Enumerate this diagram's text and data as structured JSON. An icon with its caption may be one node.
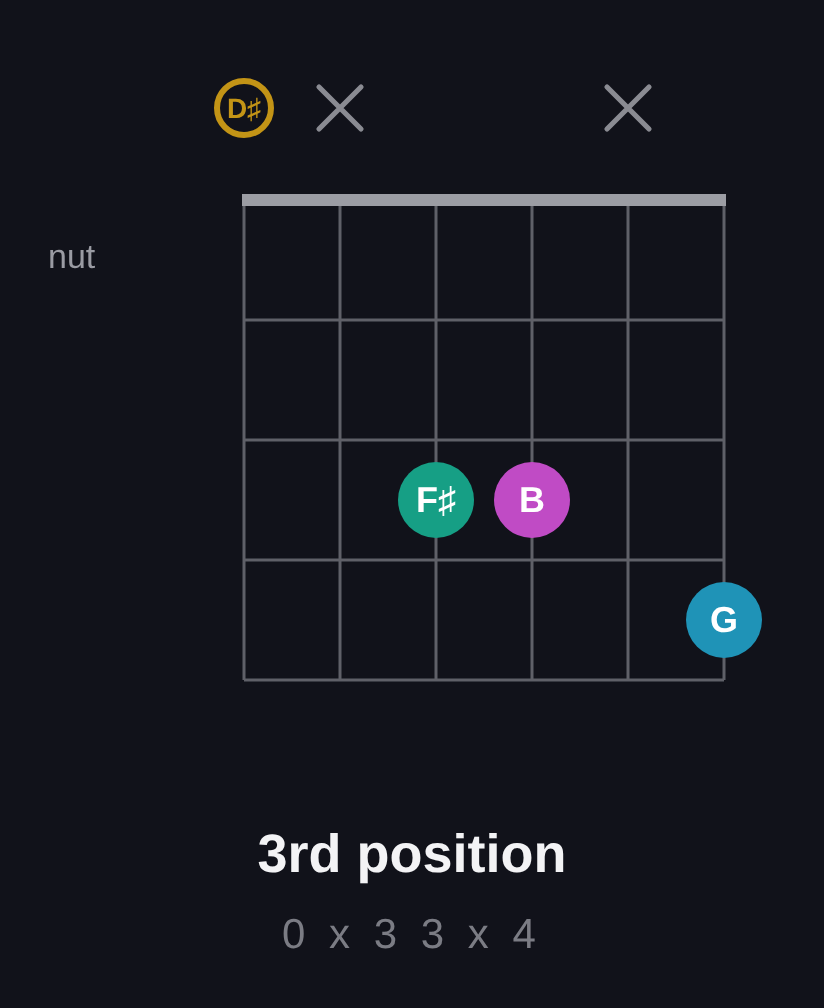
{
  "diagram": {
    "title": "3rd position",
    "caption": "0 x 3 3 x 4",
    "nodes": [
      {
        "text": [
          "D♯"
        ]
      },
      {
        "text": [],
        "shape": "cross"
      },
      {
        "text": [],
        "shape": "cross"
      },
      {
        "text": [
          "F♯"
        ]
      },
      {
        "text": [
          "B"
        ]
      },
      {
        "text": [
          "G"
        ]
      }
    ],
    "labels": [
      "nut"
    ]
  }
}
